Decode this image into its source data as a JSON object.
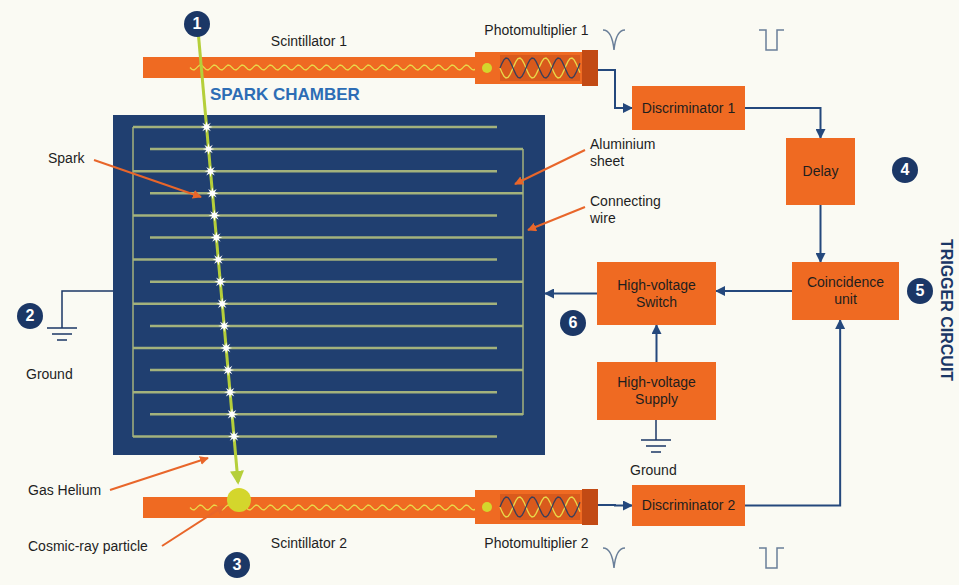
{
  "diagram": {
    "nodes": [
      {
        "text": [
          "Scintillator 1"
        ]
      },
      {
        "text": [
          "Photomultiplier 1"
        ]
      },
      {
        "text": [
          "Discriminator 1"
        ]
      },
      {
        "text": [
          "SPARK CHAMBER"
        ]
      },
      {
        "text": [
          "Delay"
        ]
      },
      {
        "text": [
          "Coincidence unit"
        ]
      },
      {
        "text": [
          "High-voltage Switch"
        ]
      },
      {
        "text": [
          "High-voltage Supply"
        ]
      },
      {
        "text": [
          "Scintillator 2"
        ]
      },
      {
        "text": [
          "Photomultiplier 2"
        ]
      },
      {
        "text": [
          "Discriminator 2"
        ]
      }
    ],
    "edges": [
      {
        "from": 1,
        "to": 2,
        "arrow": "to"
      },
      {
        "from": 2,
        "to": 4,
        "arrow": "to"
      },
      {
        "from": 4,
        "to": 5,
        "arrow": "to"
      },
      {
        "from": 10,
        "to": 5,
        "arrow": "to"
      },
      {
        "from": 5,
        "to": 6,
        "arrow": "to"
      },
      {
        "from": 7,
        "to": 6,
        "arrow": "to"
      },
      {
        "from": 6,
        "to": 3,
        "arrow": "to"
      },
      {
        "from": 9,
        "to": 10,
        "arrow": "to"
      }
    ],
    "labels": [
      "1",
      "Spark",
      "Aluminium sheet",
      "Connecting wire",
      "2",
      "Ground",
      "Gas Helium",
      "Cosmic-ray particle",
      "3",
      "4",
      "5",
      "6",
      "Ground",
      "TRIGGER CIRCUIT"
    ]
  }
}
